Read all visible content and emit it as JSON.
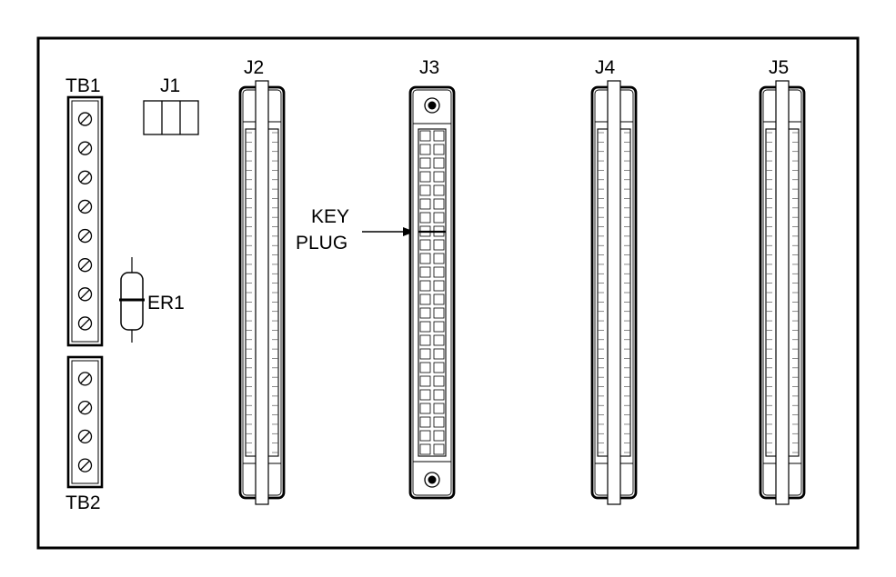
{
  "labels": {
    "tb1": "TB1",
    "tb2": "TB2",
    "j1": "J1",
    "j2": "J2",
    "j3": "J3",
    "j4": "J4",
    "j5": "J5",
    "er1": "ER1",
    "key_line1": "KEY",
    "key_line2": "PLUG"
  },
  "terminal_blocks": {
    "tb1_screws": 8,
    "tb2_screws": 4
  },
  "header_j1_positions": 3,
  "colors": {
    "line": "#000000",
    "background": "#ffffff",
    "hatch": "#555555"
  }
}
